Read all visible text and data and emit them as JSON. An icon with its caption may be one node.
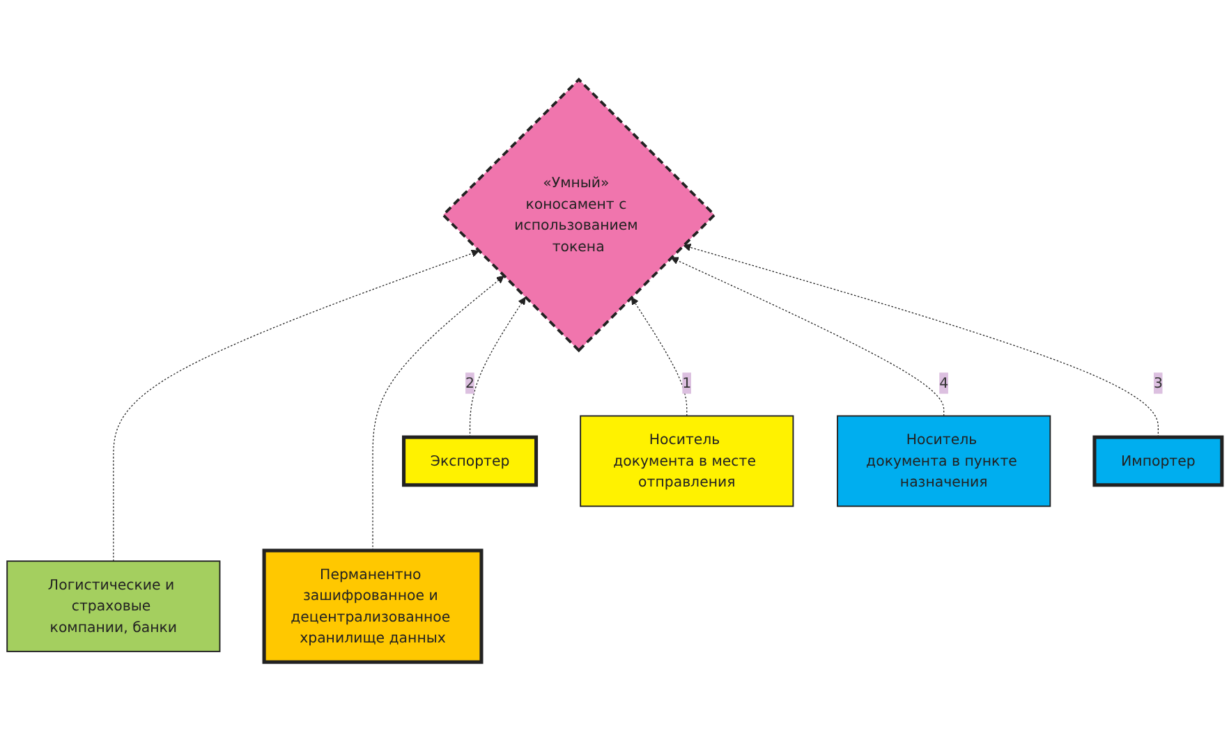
{
  "diagram": {
    "nodes": [
      {
        "text": [
          "Логистические и страховые компании, банки"
        ]
      },
      {
        "text": [
          "«Умный» коносамент с использованием токена"
        ]
      },
      {
        "text": [
          "Перманентно зашифрованное и децентрализованное хранилище данных"
        ]
      },
      {
        "text": [
          "Экспортер"
        ]
      },
      {
        "text": [
          "Носитель документа в месте отправления"
        ]
      },
      {
        "text": [
          "Носитель документа в пункте назначения"
        ]
      },
      {
        "text": [
          "Импортер"
        ]
      }
    ],
    "edges": [
      {
        "from": 0,
        "to": 1,
        "arrow": "to",
        "style": "dashed"
      },
      {
        "from": 2,
        "to": 1,
        "arrow": "to",
        "style": "dashed"
      },
      {
        "from": 3,
        "to": 1,
        "arrow": "to",
        "style": "dashed",
        "label": "2"
      },
      {
        "from": 4,
        "to": 1,
        "arrow": "to",
        "style": "dashed",
        "label": "1"
      },
      {
        "from": 5,
        "to": 1,
        "arrow": "to",
        "style": "dashed",
        "label": "4"
      },
      {
        "from": 6,
        "to": 1,
        "arrow": "to",
        "style": "dashed",
        "label": "3"
      }
    ]
  }
}
